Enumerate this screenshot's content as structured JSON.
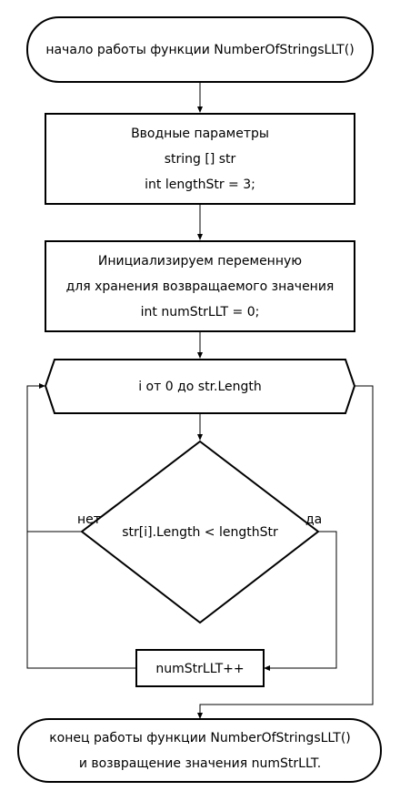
{
  "flowchart": {
    "start": {
      "label": "начало работы функции NumberOfStringsLLT()"
    },
    "input": {
      "line1": "Вводные параметры",
      "line2": "string [] str",
      "line3": "int lengthStr = 3;"
    },
    "init": {
      "line1": "Инициализируем переменную",
      "line2": "для хранения возвращаемого значения",
      "line3": "int numStrLLT = 0;"
    },
    "loop": {
      "label": "i от 0 до str.Length"
    },
    "condition": {
      "label": "str[i].Length < lengthStr",
      "no_label": "нет",
      "yes_label": "да"
    },
    "increment": {
      "label": "numStrLLT++"
    },
    "end": {
      "line1": "конец работы функции NumberOfStringsLLT()",
      "line2": "и возвращение значения numStrLLT."
    }
  }
}
